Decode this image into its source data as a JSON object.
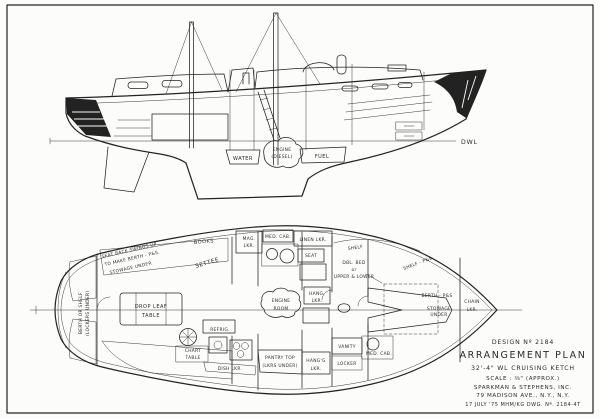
{
  "profile": {
    "water": "WATER",
    "engine_line1": "ENGINE",
    "engine_line2": "(DIESEL)",
    "fuel": "FUEL",
    "dwl": "DWL"
  },
  "plan": {
    "note_line1": "SEAT BACK SWINGS UP",
    "note_line2": "TO MAKE BERTH - P&S.",
    "note_line3": "STOWAGE UNDER",
    "berth_shelf_line1": "BERTH OR SHELF",
    "berth_shelf_line2": "(LOCKERS UNDER)",
    "books": "BOOKS",
    "settee": "SETTEE",
    "mag_lkr_line1": "MAG.",
    "mag_lkr_line2": "LKR.",
    "med_cab_fwd": "MED. CAB.",
    "linen_lkr": "LINEN LKR.",
    "seat": "SEAT",
    "shelf": "SHELF",
    "dbl_bed_line1": "DBL. BED",
    "dbl_bed_line2": "or",
    "dbl_bed_line3": "UPPER & LOWER",
    "hang_lkr_line1": "HANG.",
    "hang_lkr_line2": "LKR.",
    "shelf_ps": "SHELF - P&S",
    "berth_ps": "BERTH - P&S",
    "stowage_line1": "STOWAGE",
    "stowage_line2": "UNDER",
    "chain_line1": "CHAIN",
    "chain_line2": "LKR.",
    "drop_leaf_line1": "DROP LEAF",
    "drop_leaf_line2": "TABLE",
    "engine_room_line1": "ENGINE",
    "engine_room_line2": "ROOM",
    "refrig": "REFRIG.",
    "chart_line1": "CHART",
    "chart_line2": "TABLE",
    "dish_lkr": "DISH LKR.",
    "pantry_line1": "PANTRY TOP",
    "pantry_line2": "(LKRS UNDER)",
    "hangg_line1": "HANG'G",
    "hangg_line2": "LKR.",
    "vanity": "VANITY",
    "locker": "LOCKER",
    "med_cab_aft": "MED. CAB."
  },
  "title_block": {
    "design_no": "DESIGN Nº 2184",
    "title": "ARRANGEMENT PLAN",
    "boat": "32'-4\" WL CRUISING KETCH",
    "scale": "SCALE : ⅜\" (APPROX.)",
    "firm": "SPARKMAN & STEPHENS, INC.",
    "address": "79 MADISON AVE., N.Y., N.Y.",
    "revision": "17 JULY '75   MHM/KG   DWG. Nº. 2184-4T"
  }
}
